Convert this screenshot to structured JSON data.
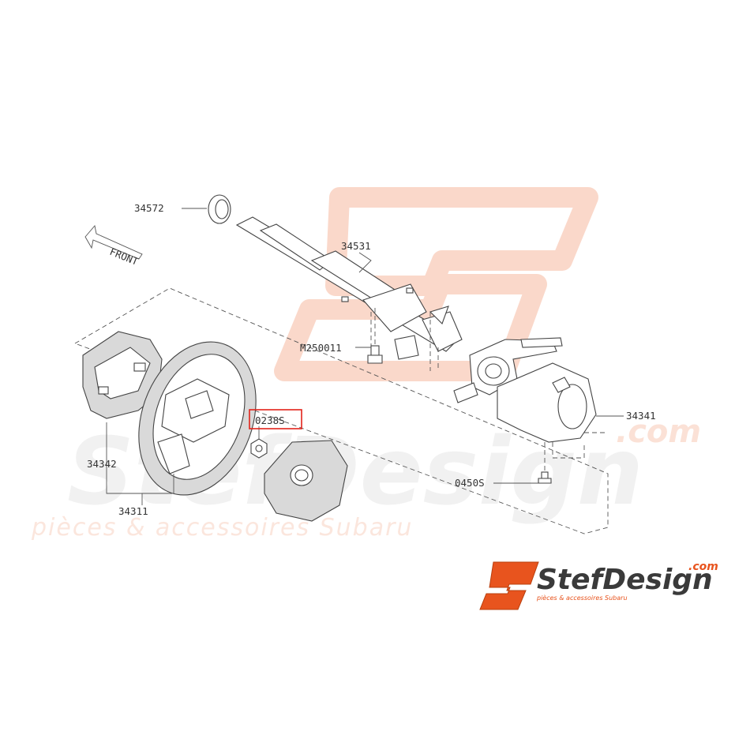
{
  "diagram": {
    "direction_label": "FRONT",
    "part_labels": {
      "p34572": "34572",
      "p34531": "34531",
      "pM250011": "M250011",
      "p0238S": "0238S",
      "p34342": "34342",
      "p34311": "34311",
      "p34341": "34341",
      "p0450S": "0450S"
    },
    "highlighted_part": "0238S",
    "highlight_color": "#e2231a"
  },
  "watermark": {
    "brand": "StefDesign",
    "com": ".com",
    "tagline": "pièces & accessoires Subaru",
    "color": "#f6c2ac"
  },
  "logo": {
    "brand": "StefDesign",
    "com": ".com",
    "tagline": "pièces & accessoires Subaru",
    "accent_color": "#e8541e"
  }
}
